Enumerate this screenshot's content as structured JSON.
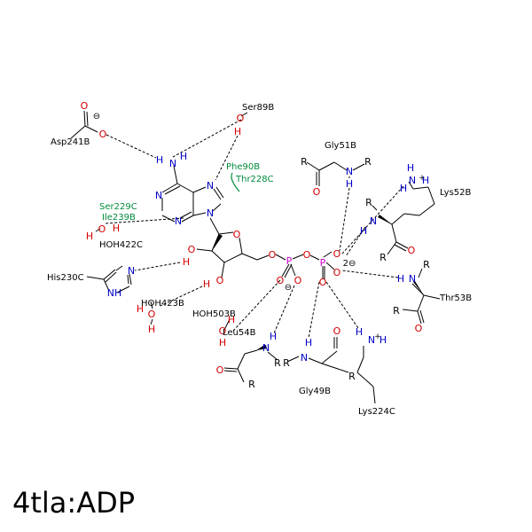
{
  "title": "4tla:ADP",
  "colors": {
    "bond": "#000000",
    "hbond": "#000000",
    "oxygen": "#d40000",
    "nitrogen": "#0000c8",
    "phosphorus": "#d000d0",
    "hydrophobic": "#008c3c"
  },
  "residues": {
    "asp241b": "Asp241B",
    "ser89b": "Ser89B",
    "gly51b": "Gly51B",
    "lys52b": "Lys52B",
    "phe90b": "Phe90B",
    "thr228c": "Thr228C",
    "ser229c": "Ser229C",
    "ile239b": "Ile239B",
    "hoh422c": "HOH422C",
    "his230c": "His230C",
    "hoh423b": "HOH423B",
    "hoh503b": "HOH503B",
    "leu54b": "Leu54B",
    "thr53b": "Thr53B",
    "gly49b": "Gly49B",
    "lys224c": "Lys224C"
  },
  "atoms": {
    "O": "O",
    "N": "N",
    "H": "H",
    "P": "P",
    "R": "R",
    "NH": "NH",
    "NH2": "NH",
    "charge_minus": "⊖",
    "charge_2minus": "2⊖",
    "plus": "+"
  }
}
